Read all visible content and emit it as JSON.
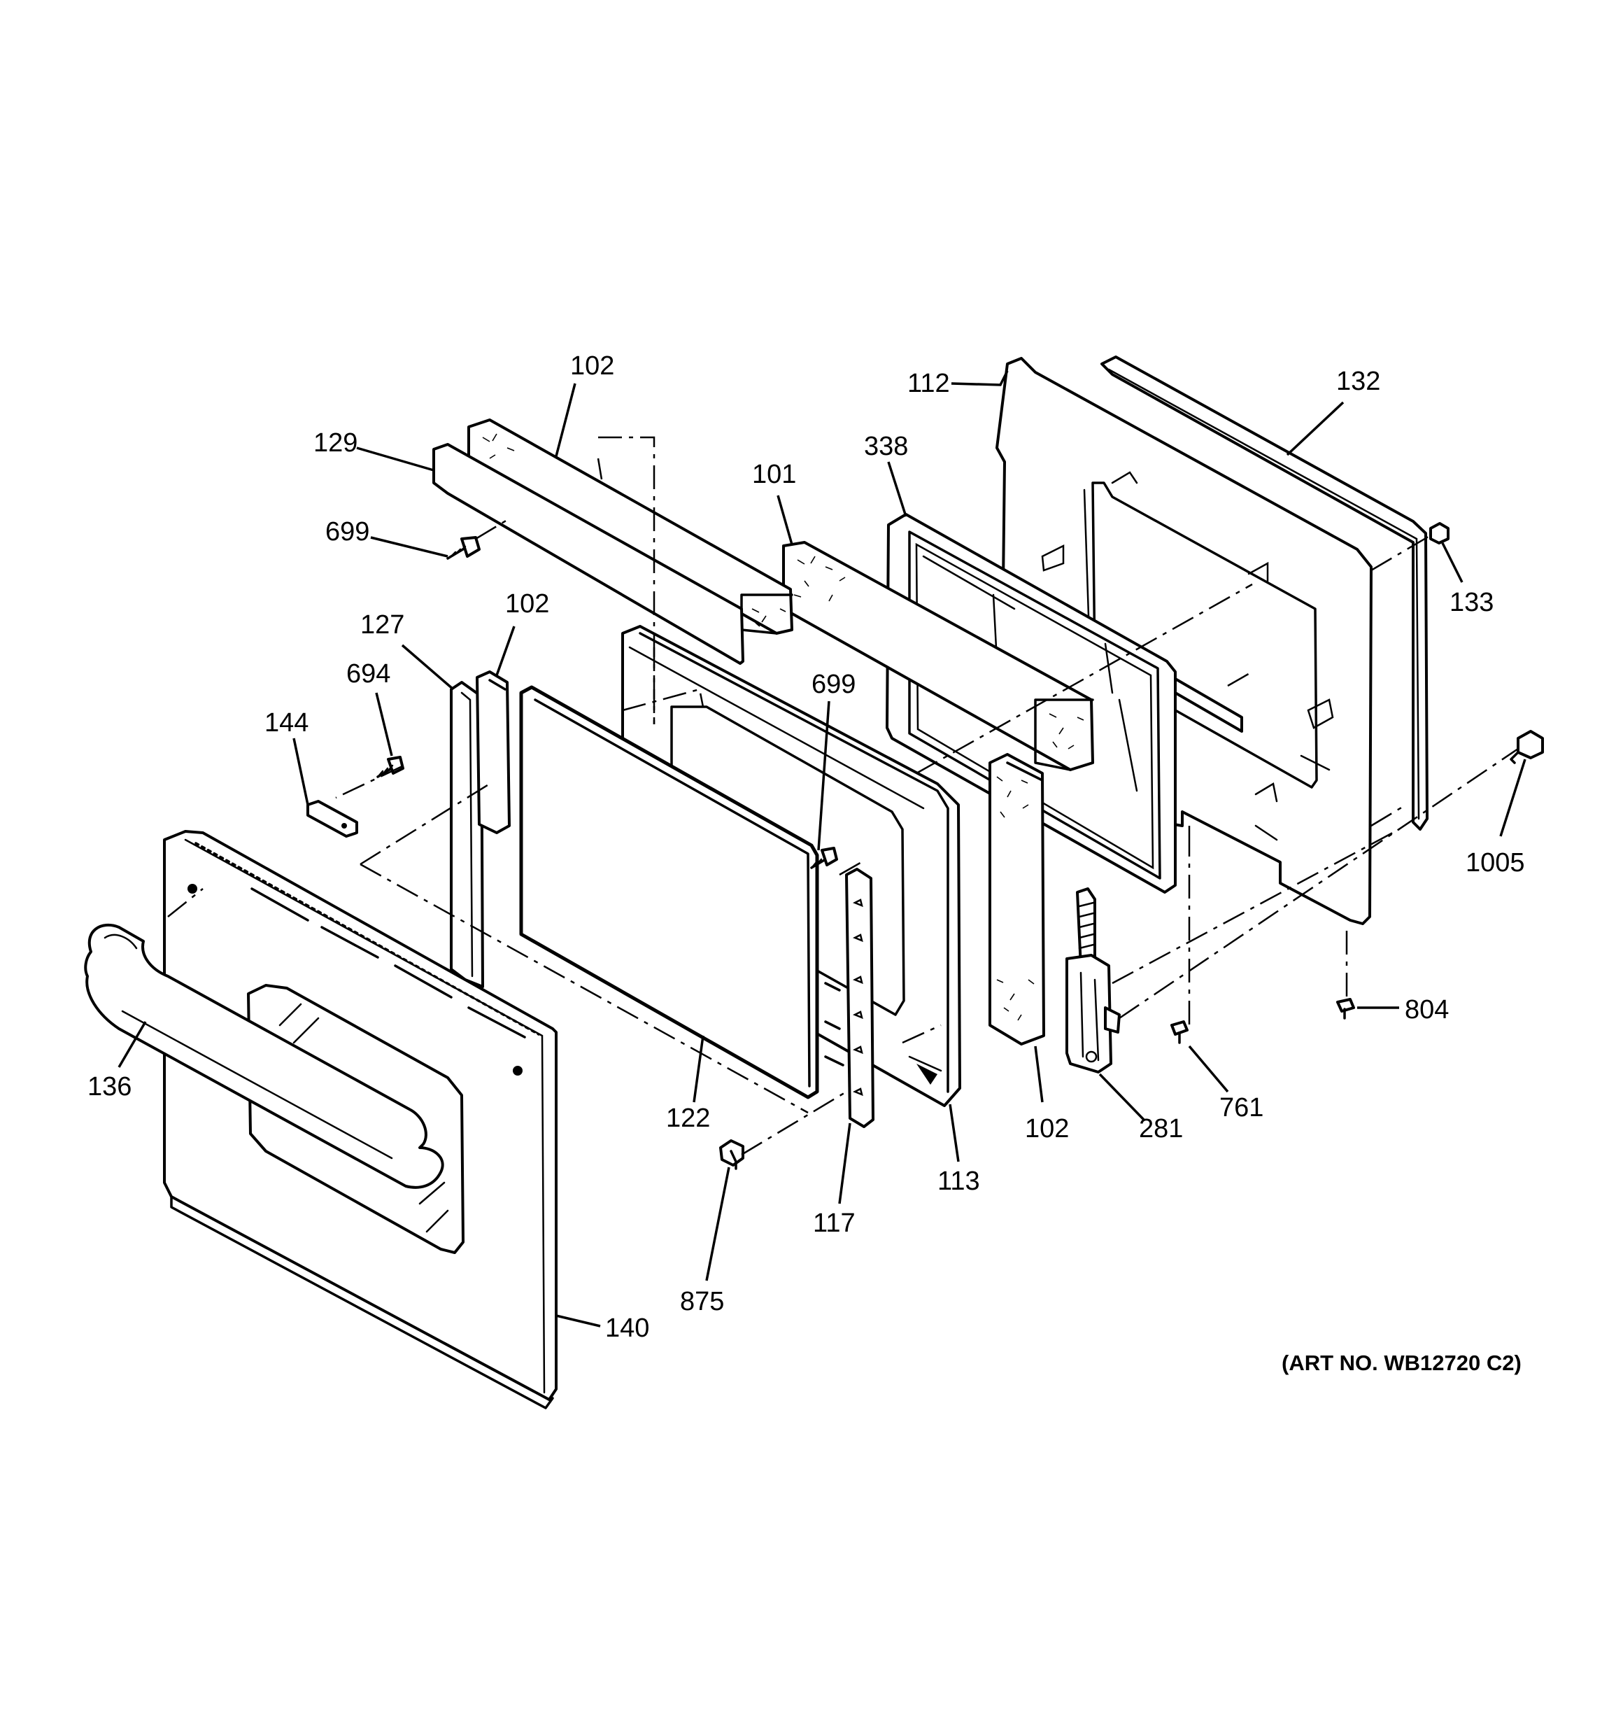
{
  "callouts": [
    {
      "id": "c102a",
      "text": "102"
    },
    {
      "id": "c129",
      "text": "129"
    },
    {
      "id": "c699a",
      "text": "699"
    },
    {
      "id": "c101",
      "text": "101"
    },
    {
      "id": "c338",
      "text": "338"
    },
    {
      "id": "c112",
      "text": "112"
    },
    {
      "id": "c132",
      "text": "132"
    },
    {
      "id": "c133",
      "text": "133"
    },
    {
      "id": "c127",
      "text": "127"
    },
    {
      "id": "c102b",
      "text": "102"
    },
    {
      "id": "c694",
      "text": "694"
    },
    {
      "id": "c144",
      "text": "144"
    },
    {
      "id": "c699b",
      "text": "699"
    },
    {
      "id": "c1005",
      "text": "1005"
    },
    {
      "id": "c804",
      "text": "804"
    },
    {
      "id": "c136",
      "text": "136"
    },
    {
      "id": "c122",
      "text": "122"
    },
    {
      "id": "c102c",
      "text": "102"
    },
    {
      "id": "c281",
      "text": "281"
    },
    {
      "id": "c761",
      "text": "761"
    },
    {
      "id": "c113",
      "text": "113"
    },
    {
      "id": "c117",
      "text": "117"
    },
    {
      "id": "c875",
      "text": "875"
    },
    {
      "id": "c140",
      "text": "140"
    }
  ],
  "art_number": "(ART NO. WB12720 C2)"
}
